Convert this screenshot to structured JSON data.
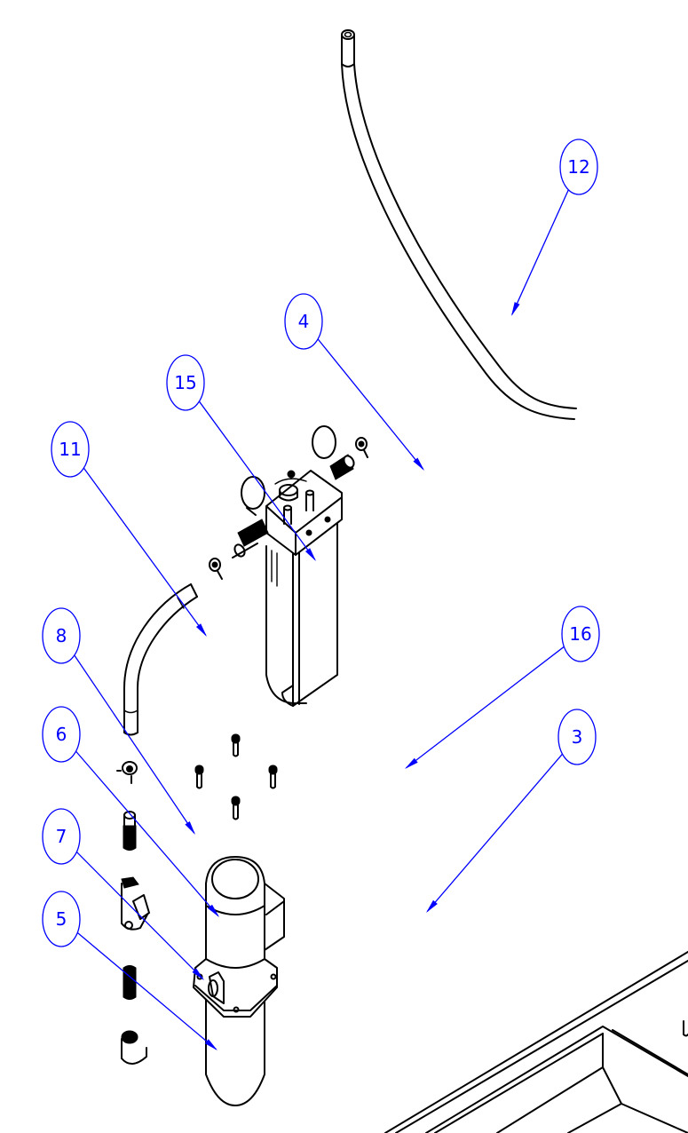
{
  "drawing": {
    "type": "exploded-assembly-view",
    "balloon_color": "#0000ff",
    "line_color": "#000000",
    "background": "#ffffff"
  },
  "balloons": [
    {
      "id": "balloon-12",
      "label": "12",
      "part": "upper-hose"
    },
    {
      "id": "balloon-4",
      "label": "4",
      "part": "filter-housing-assembly"
    },
    {
      "id": "balloon-15",
      "label": "15",
      "part": "hose-clamp"
    },
    {
      "id": "balloon-11",
      "label": "11",
      "part": "lower-hose"
    },
    {
      "id": "balloon-8",
      "label": "8",
      "part": "hose-barb-fitting"
    },
    {
      "id": "balloon-16",
      "label": "16",
      "part": "cap-screw"
    },
    {
      "id": "balloon-6",
      "label": "6",
      "part": "elbow-fitting"
    },
    {
      "id": "balloon-3",
      "label": "3",
      "part": "pump-motor"
    },
    {
      "id": "balloon-7",
      "label": "7",
      "part": "hex-nipple"
    },
    {
      "id": "balloon-5",
      "label": "5",
      "part": "end-cap"
    }
  ]
}
